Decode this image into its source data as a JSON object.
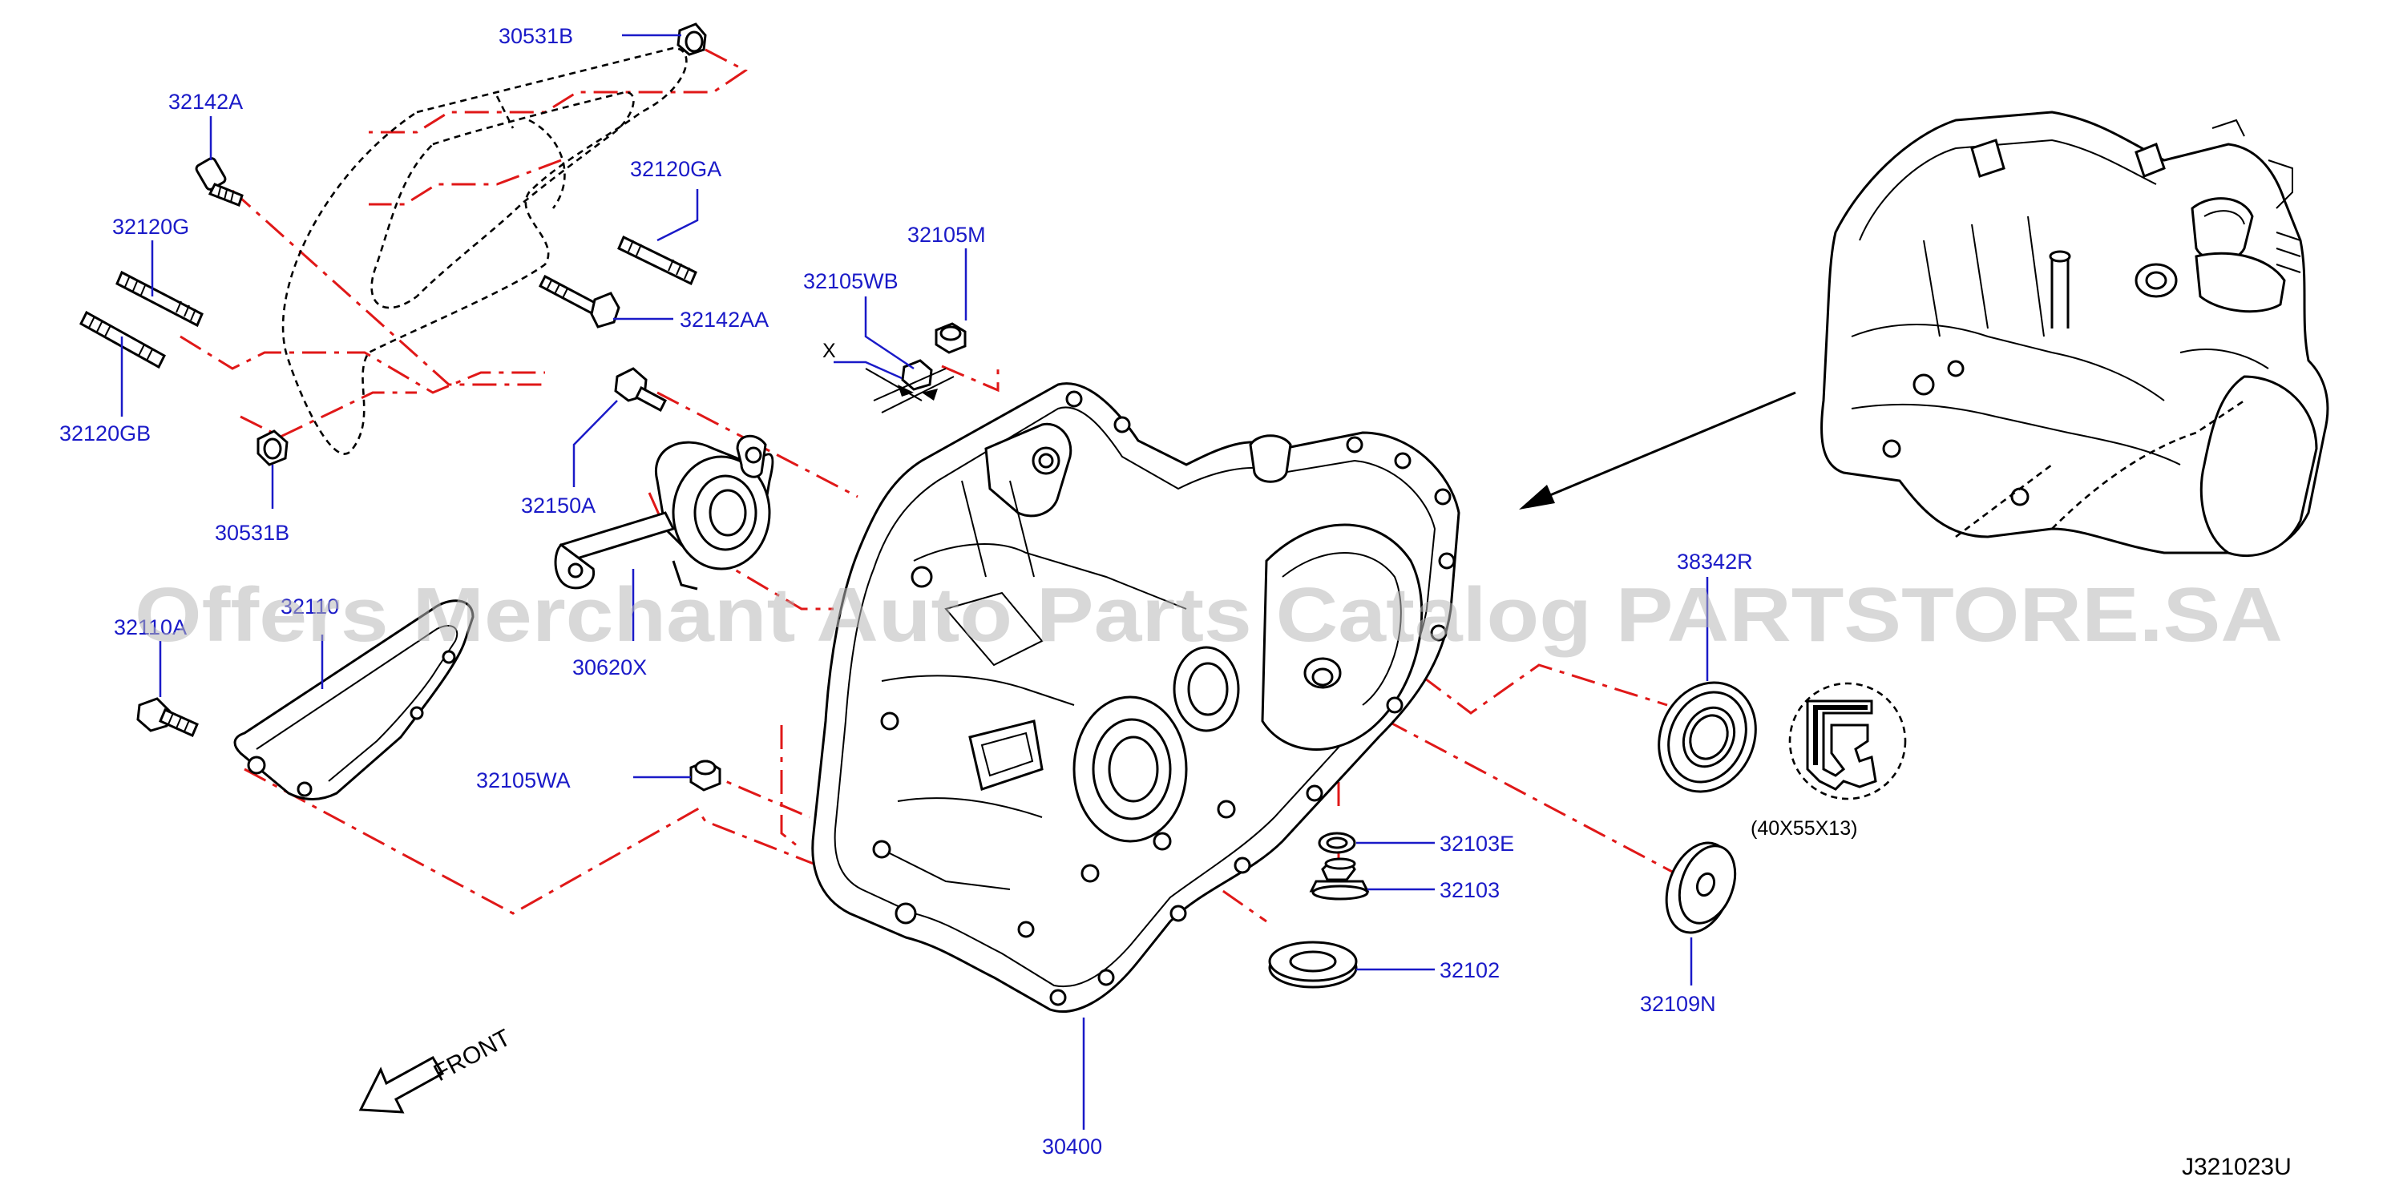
{
  "watermark": "Offers Merchant Auto Parts Catalog PARTSTORE.SA",
  "part_labels": {
    "p30531B_top": "30531B",
    "p32142A": "32142A",
    "p32120GA": "32120GA",
    "p32120G": "32120G",
    "p32142AA": "32142AA",
    "p32120GB": "32120GB",
    "p30531B_bottom": "30531B",
    "p32105M": "32105M",
    "p32105WB": "32105WB",
    "pX": "X",
    "p32150A": "32150A",
    "p30620X": "30620X",
    "p32110A": "32110A",
    "p32110": "32110",
    "p32105WA": "32105WA",
    "p38342R": "38342R",
    "p32103E": "32103E",
    "p32103": "32103",
    "p32102": "32102",
    "p32109N": "32109N",
    "p30400": "30400"
  },
  "seal_dimensions": "(40X55X13)",
  "front_label": "FRONT",
  "reference_code": "J321023U",
  "colors": {
    "label_blue": "#1a1ac8",
    "centerline_red": "#e01818",
    "line_black": "#000000",
    "watermark_gray": "#b8b8b8"
  }
}
